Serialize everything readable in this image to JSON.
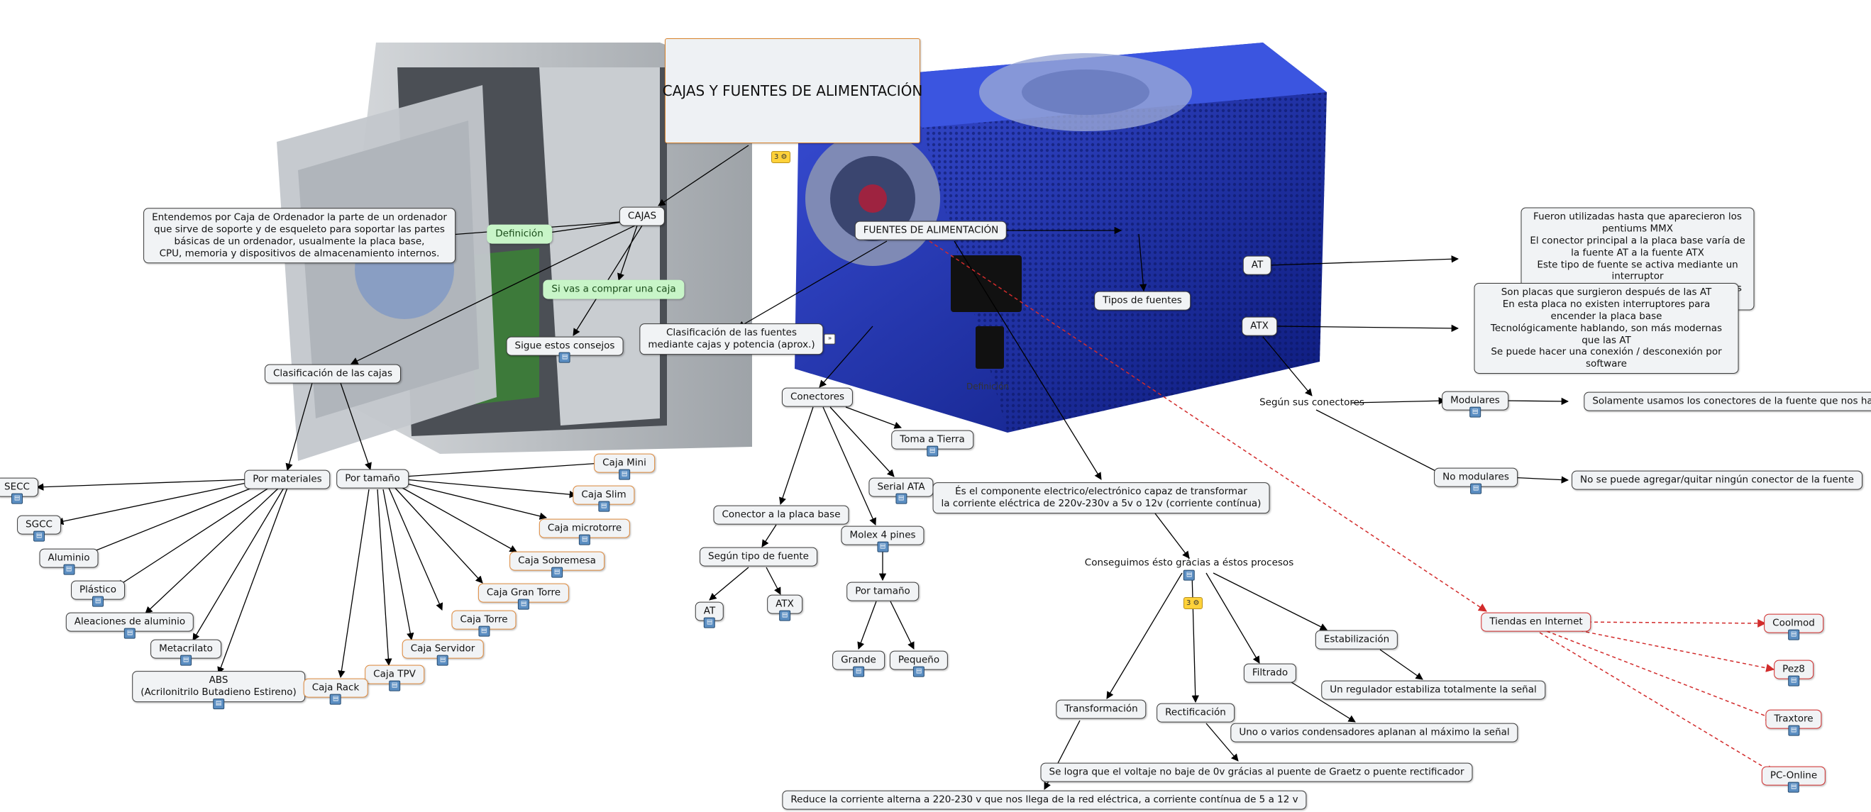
{
  "title": "CAJAS Y FUENTES DE ALIMENTACIÓN",
  "nodes": {
    "cajas": "CAJAS",
    "definicion": "Definición",
    "definicion_text": "Entendemos por Caja de Ordenador la parte de un ordenador\nque sirve de soporte y de esqueleto para soportar las partes\nbásicas de un ordenador, usualmente la placa base,\nCPU, memoria y dispositivos de almacenamiento internos.",
    "comprar": "Si vas a comprar una caja",
    "consejos": "Sigue estos consejos",
    "clasificacion_cajas": "Clasificación de las cajas",
    "por_materiales": "Por materiales",
    "secc": "SECC",
    "sgcc": "SGCC",
    "aluminio": "Aluminio",
    "plastico": "Plástico",
    "aleaciones": "Aleaciones de aluminio",
    "metacrilato": "Metacrilato",
    "abs": "ABS\n(Acrilonitrilo Butadieno Estireno)",
    "por_tamano_cajas": "Por tamaño",
    "caja_mini": "Caja Mini",
    "caja_slim": "Caja Slim",
    "caja_microtorre": "Caja microtorre",
    "caja_sobremesa": "Caja Sobremesa",
    "caja_gran_torre": "Caja Gran Torre",
    "caja_torre": "Caja Torre",
    "caja_servidor": "Caja Servidor",
    "caja_tpv": "Caja TPV",
    "caja_rack": "Caja Rack",
    "fuentes": "FUENTES DE ALIMENTACIÓN",
    "clasificacion_fuentes": "Clasificación de las fuentes\nmediante cajas y potencia (aprox.)",
    "conectores": "Conectores",
    "toma_tierra": "Toma a Tierra",
    "serial_ata": "Serial ATA",
    "molex": "Molex 4 pines",
    "por_tamano_molex": "Por tamaño",
    "grande": "Grande",
    "pequeno": "Pequeño",
    "conector_placa": "Conector a la placa base",
    "segun_tipo": "Según tipo de fuente",
    "at_small": "AT",
    "atx_small": "ATX",
    "definicion_word": "Definición",
    "es_componente": "És el componente electrico/electrónico capaz de transformar\nla corriente eléctrica de 220v-230v a 5v o 12v (corriente contínua)",
    "conseguimos": "Conseguimos ésto grácias a éstos procesos",
    "transformacion": "Transformación",
    "rectificacion": "Rectificación",
    "filtrado": "Filtrado",
    "estabilizacion": "Estabilización",
    "reduce": "Reduce la corriente alterna a 220-230 v que nos llega de la red eléctrica, a corriente contínua de 5 a 12 v",
    "se_logra": "Se logra que el voltaje no baje de 0v grácias al puente de Graetz o puente rectificador",
    "condensadores": "Uno o varios condensadores aplanan al máximo la señal",
    "regulador": "Un regulador estabiliza totalmente la señal",
    "tipos_fuentes": "Tipos de fuentes",
    "at": "AT",
    "atx": "ATX",
    "at_text": "Fueron utilizadas hasta que aparecieron los pentiums MMX\nEl conector principal a la placa base varía de la fuente AT a la fuente ATX\nEste tipo de fuente se activa mediante un interruptor\nComparadas tecnológicamente, las fuentes AT son más antiguas",
    "atx_text": "Son placas que surgieron después de las AT\nEn esta placa no existen interruptores para encender la placa base\nTecnológicamente hablando, son más modernas que las AT\nSe puede hacer una conexión / desconexión por software",
    "segun_conectores": "Según sus conectores",
    "modulares": "Modulares",
    "modulares_text": "Solamente usamos los conectores de la fuente que nos hagan falta",
    "no_modulares": "No modulares",
    "no_modulares_text": "No se puede agregar/quitar ningún conector de la fuente",
    "tiendas": "Tiendas en Internet",
    "coolmod": "Coolmod",
    "pez8": "Pez8",
    "traxtore": "Traxtore",
    "pc_online": "PC-Online"
  },
  "colors": {
    "node_border": "#3c3c3c",
    "orange_border": "#e08a3c",
    "red_border": "#d22b2b",
    "green_fill": "#c8f5c8",
    "link": "#000000",
    "link_dashed": "#d22b2b"
  },
  "icons": {
    "resource": "resource-list-icon",
    "sublinks": "submap-icon"
  }
}
